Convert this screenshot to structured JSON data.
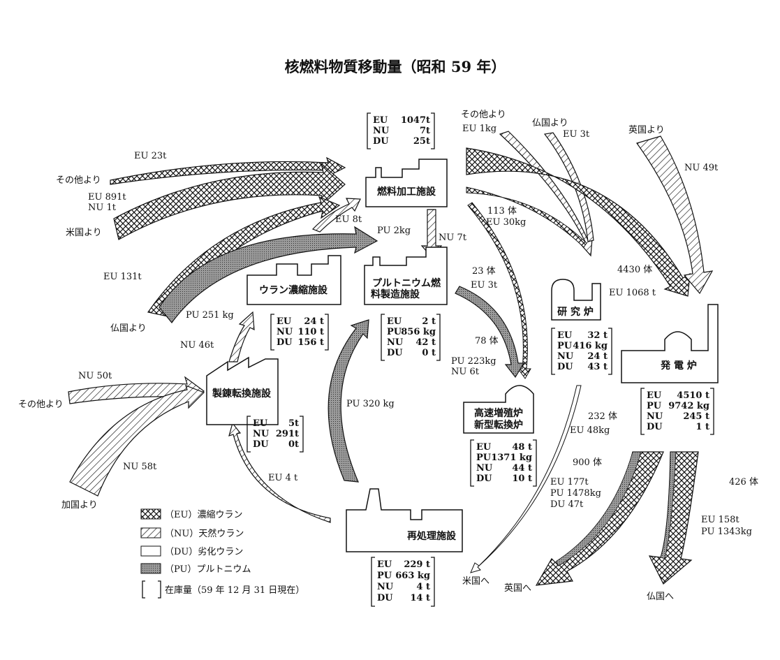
{
  "title": "核燃料物質移動量（昭和 59 年）",
  "facilities": {
    "fuel_fab": "燃料加工施設",
    "pu_fab_1": "プルトニウム燃",
    "pu_fab_2": "料製造施設",
    "enrich": "ウラン濃縮施設",
    "refine": "製錬転換施設",
    "research": "研 究 炉",
    "power": "発 電 炉",
    "fbr_1": "高速増殖炉",
    "fbr_2": "新型転換炉",
    "reprocess": "再処理施設"
  },
  "inventories": {
    "fuel_fab": [
      [
        "EU",
        "1047t"
      ],
      [
        "NU",
        "7t"
      ],
      [
        "DU",
        "25t"
      ]
    ],
    "enrich": [
      [
        "EU",
        "24 t"
      ],
      [
        "NU",
        "110 t"
      ],
      [
        "DU",
        "156 t"
      ]
    ],
    "pu_fab": [
      [
        "EU",
        "2 t"
      ],
      [
        "PU",
        "856 kg"
      ],
      [
        "NU",
        "42 t"
      ],
      [
        "DU",
        "0 t"
      ]
    ],
    "refine": [
      [
        "EU",
        "5t"
      ],
      [
        "NU",
        "291t"
      ],
      [
        "DU",
        "0t"
      ]
    ],
    "research": [
      [
        "EU",
        "32 t"
      ],
      [
        "PU",
        "416 kg"
      ],
      [
        "NU",
        "24 t"
      ],
      [
        "DU",
        "43 t"
      ]
    ],
    "power": [
      [
        "EU",
        "4510 t"
      ],
      [
        "PU",
        "9742 kg"
      ],
      [
        "NU",
        "245 t"
      ],
      [
        "DU",
        "1 t"
      ]
    ],
    "fbr": [
      [
        "EU",
        "48 t"
      ],
      [
        "PU",
        "1371 kg"
      ],
      [
        "NU",
        "44 t"
      ],
      [
        "DU",
        "10 t"
      ]
    ],
    "reprocess": [
      [
        "EU",
        "229 t"
      ],
      [
        "PU",
        "663 kg"
      ],
      [
        "NU",
        "4 t"
      ],
      [
        "DU",
        "14 t"
      ]
    ]
  },
  "flows": {
    "eu23": "EU  23t",
    "other_src_1": "その他より",
    "us_eu_1": "EU  891t",
    "us_eu_2": "NU    1t",
    "us_src": "米国より",
    "eu131": "EU  131t",
    "fr_src_1": "仏国より",
    "pu251": "PU  251 kg",
    "eu8": "EU  8t",
    "nu46": "NU  46t",
    "nu50": "NU  50t",
    "other_src_2": "その他より",
    "nu58": "NU  58t",
    "ca_src": "加国より",
    "pu2": "PU  2kg",
    "nu7": "NU  7t",
    "other_src_3": "その他より",
    "eu1kg": "EU  1kg",
    "fr_src_2": "仏国より",
    "eu3": "EU  3t",
    "uk_src": "英国より",
    "nu49": "NU  49t",
    "b113": "113 体",
    "eu30kg": "EU  30kg",
    "b4430": "4430 体",
    "eu1068": "EU 1068 t",
    "b23": "23 体",
    "eu3t": "EU  3t",
    "b78": "78 体",
    "pu223_1": "PU 223kg",
    "pu223_2": "NU    6t",
    "pu320": "PU  320 kg",
    "eu4": "EU  4 t",
    "b232": "232 体",
    "eu48kg": "EU  48kg",
    "b900": "900 体",
    "uk_out_1": "EU 177t",
    "uk_out_2": "PU 1478kg",
    "uk_out_3": "DU   47t",
    "b426": "426 体",
    "fr_out_1": "EU  158t",
    "fr_out_2": "PU  1343kg",
    "us_dest": "米国へ",
    "uk_dest": "英国へ",
    "fr_dest": "仏国へ"
  },
  "legend": {
    "eu": "（EU）濃縮ウラン",
    "nu": "（NU）天然ウラン",
    "du": "（DU）劣化ウラン",
    "pu": "（PU）プルトニウム",
    "inv": "在庫量（59 年 12 月 31 日現在）"
  }
}
